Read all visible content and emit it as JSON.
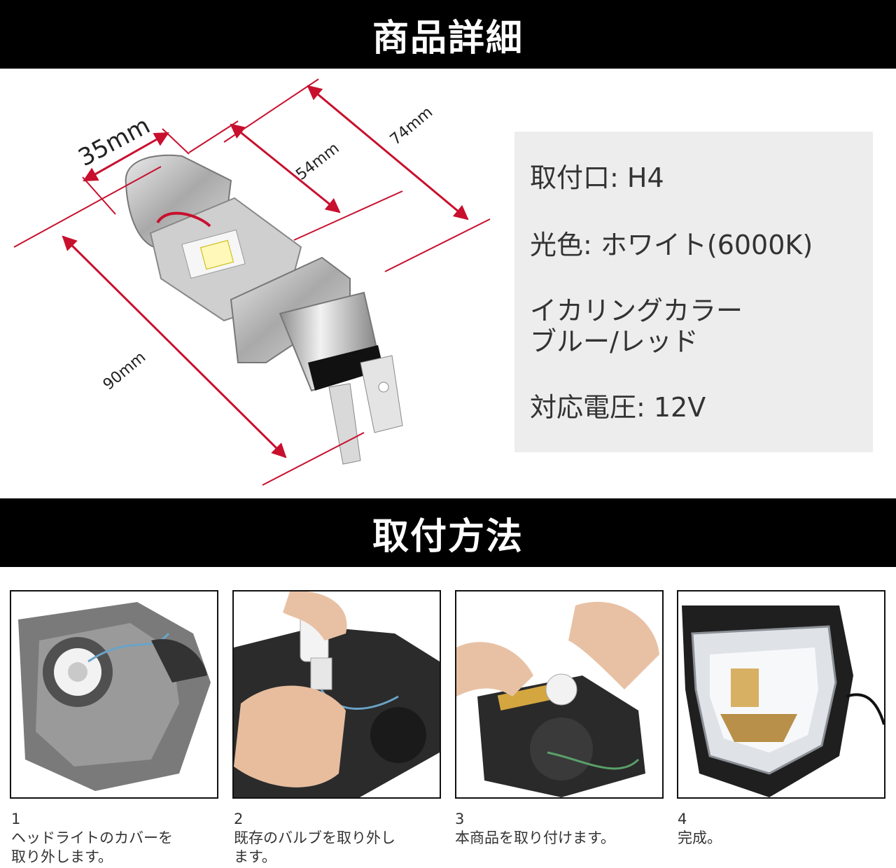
{
  "banners": {
    "detail_title": "商品詳細",
    "install_title": "取付方法"
  },
  "dimensions": {
    "d35": "35mm",
    "d54": "54mm",
    "d74": "74mm",
    "d90": "90mm"
  },
  "specs": {
    "mount": "取付口: H4",
    "color": "光色: ホワイト(6000K)",
    "ring_line1": "イカリングカラー",
    "ring_line2": "ブルー/レッド",
    "voltage": "対応電圧: 12V"
  },
  "steps": [
    {
      "num": "1",
      "line1": "ヘッドライトのカバーを",
      "line2": "取り外します。"
    },
    {
      "num": "2",
      "line1": "既存のバルブを取り外し",
      "line2": "ます。"
    },
    {
      "num": "3",
      "line1": "本商品を取り付けます。",
      "line2": ""
    },
    {
      "num": "4",
      "line1": "完成。",
      "line2": ""
    }
  ],
  "colors": {
    "dimension_line": "#c8102e",
    "banner": "#000000",
    "spec_bg": "#ededed"
  }
}
